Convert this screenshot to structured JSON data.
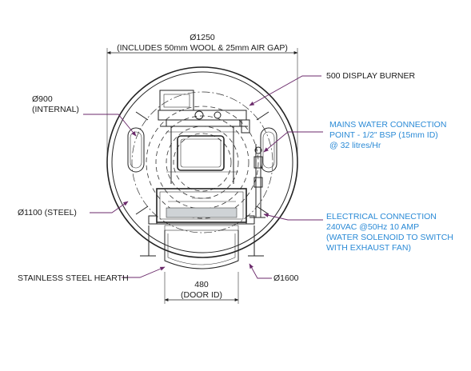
{
  "labels": {
    "overall_dia": "Ø1250",
    "overall_note": "(INCLUDES 50mm WOOL & 25mm AIR GAP)",
    "burner": "500 DISPLAY BURNER",
    "internal_dia": "Ø900",
    "internal_note": "(INTERNAL)",
    "water_line1": "MAINS WATER CONNECTION",
    "water_line2": "POINT - 1/2\" BSP (15mm ID)",
    "water_line3": "@ 32 litres/Hr",
    "steel_dia": "Ø1100 (STEEL)",
    "elec_line1": "ELECTRICAL CONNECTION",
    "elec_line2": "240VAC @50Hz 10 AMP",
    "elec_line3": "(WATER SOLENOID TO SWITCH",
    "elec_line4": "WITH EXHAUST FAN)",
    "hearth": "STAINLESS STEEL HEARTH",
    "hearth_dia": "Ø1600",
    "door_width": "480",
    "door_note": "(DOOR ID)"
  },
  "colors": {
    "line": "#222222",
    "leader": "#6b2a6b",
    "blue_text": "#2a8ad6"
  }
}
